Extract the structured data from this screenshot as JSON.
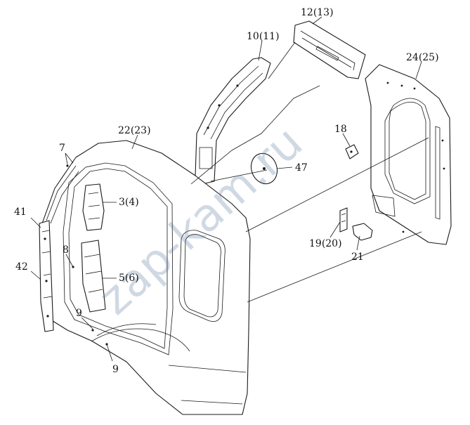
{
  "diagram": {
    "labels": {
      "l7": "7",
      "l41": "41",
      "l8": "8",
      "l42": "42",
      "l9a": "9",
      "l9b": "9",
      "l3": "3(4)",
      "l5": "5(6)",
      "l22": "22(23)",
      "l10": "10(11)",
      "l12": "12(13)",
      "l24": "24(25)",
      "l18": "18",
      "l47": "47",
      "l19": "19(20)",
      "l21": "21"
    },
    "watermark": "zap-kam.ru"
  },
  "colors": {
    "line": "#1a1a1a",
    "background": "#ffffff",
    "watermark": "#5a7a9e"
  }
}
